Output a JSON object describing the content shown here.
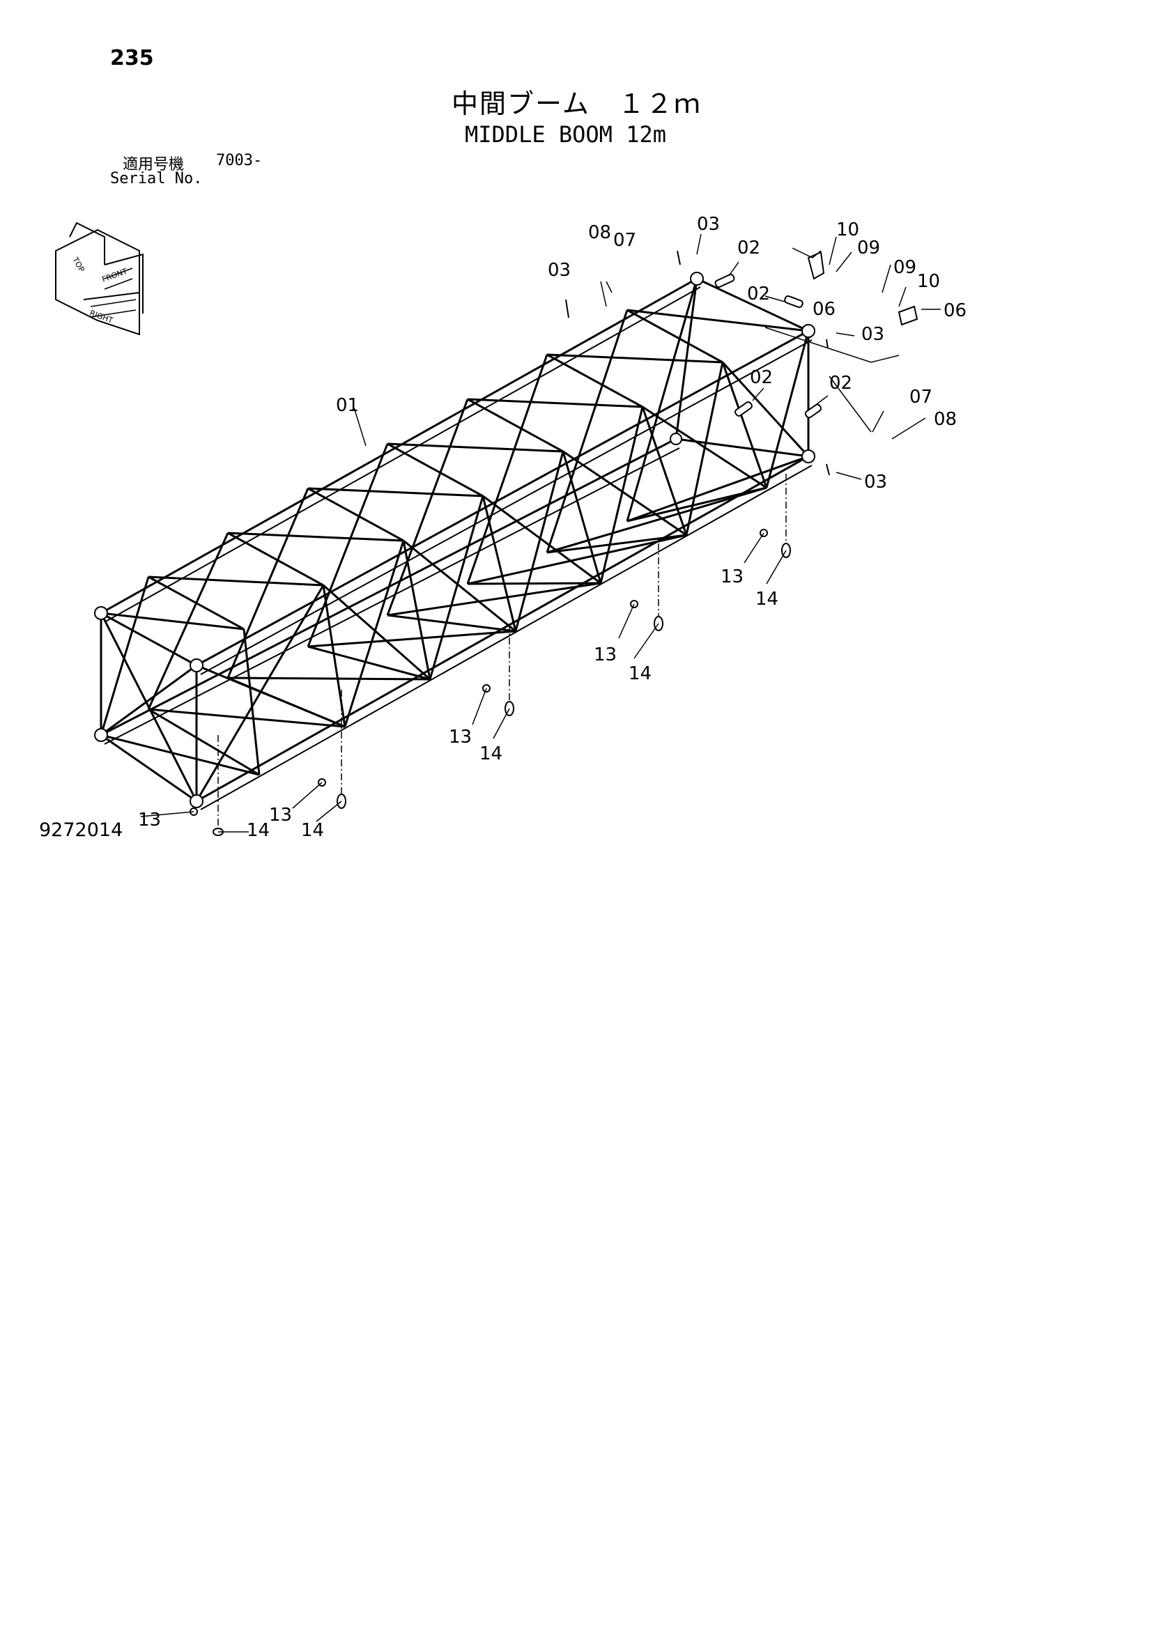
{
  "page_number": "235",
  "title_ja": "中間ブーム　１２ｍ",
  "title_en": "MIDDLE BOOM 12m",
  "serial_label_ja": "適用号機",
  "serial_code": "7003-",
  "serial_label_en": "Serial No.",
  "figure_number": "9272014",
  "orientation_icon": {
    "name": "orientation-cube-icon",
    "labels": [
      "TOP",
      "FRONT",
      "RIGHT"
    ]
  },
  "callouts": {
    "c01": "01",
    "c02a": "02",
    "c02b": "02",
    "c02c": "02",
    "c02d": "02",
    "c03a": "03",
    "c03b": "03",
    "c03c": "03",
    "c03d": "03",
    "c06a": "06",
    "c06b": "06",
    "c07a": "07",
    "c07b": "07",
    "c08a": "08",
    "c08b": "08",
    "c09a": "09",
    "c09b": "09",
    "c10a": "10",
    "c10b": "10",
    "c13a": "13",
    "c13b": "13",
    "c13c": "13",
    "c13d": "13",
    "c13e": "13",
    "c14a": "14",
    "c14b": "14",
    "c14c": "14",
    "c14d": "14",
    "c14e": "14"
  },
  "colors": {
    "ink": "#000000",
    "paper": "#ffffff"
  }
}
